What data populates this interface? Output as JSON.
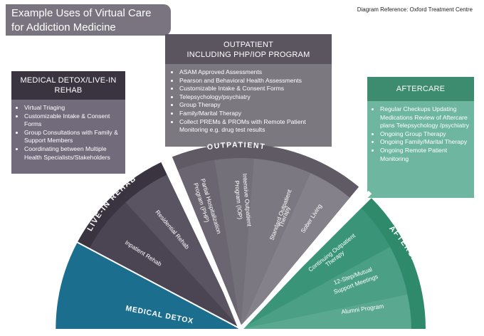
{
  "title": {
    "line1": "Example Uses of Virtual Care",
    "line2": "for Addiction Medicine"
  },
  "reference": "Diagram Reference: Oxford Treatment Centre",
  "cards": {
    "detox": {
      "heading_line1": "MEDICAL DETOX/LIVE-IN",
      "heading_line2": "REHAB",
      "items": [
        "Virtual Triaging",
        "Customizable Intake & Consent Forms",
        "Group Consultations with Family & Support Members",
        "Coordinating between Multiple Health Specialists/Stakeholders"
      ]
    },
    "outpatient": {
      "heading_line1": "OUTPATIENT",
      "heading_line2": "INCLUDING PHP/IOP PROGRAM",
      "items": [
        "ASAM Approved Assessments",
        "Pearson and Behavioral Health Assessments",
        "Customizable Intake & Consent Forms",
        "Telepsychology/psychiatry",
        "Group Therapy",
        "Family/Marital Therapy",
        "Collect PREMs & PROMs with Remote Patient Monitoring e.g. drug test results"
      ]
    },
    "aftercare": {
      "heading": "AFTERCARE",
      "items": [
        "Regular Checkups Updating Medications Review of Aftercare plans Telepsychology /psychiatry",
        "Ongoing Group Therapy",
        "Ongoing Family/Marital Therapy",
        "Ongoing Remote Patient Monitoring"
      ]
    }
  },
  "fan": {
    "colors": {
      "detox": "#1c6e8f",
      "live_in_outer": "#3a3340",
      "live_in_inner": "#5a5362",
      "outpatient_outer": "#5f5a64",
      "outpatient_inner": "#7d7984",
      "aftercare_outer": "#2f8a6b",
      "aftercare_inner": "#5aa890",
      "separator": "#ffffff"
    },
    "groups": {
      "detox": "MEDICAL DETOX",
      "live_in": "LIVE-IN REHAB",
      "outpatient": "OUTPATIENT",
      "aftercare": "AFTERCARE"
    },
    "segments": {
      "inpatient": "Inpatient Rehab",
      "residential": "Residential Rehab",
      "php_line1": "Partial Hospitalization",
      "php_line2": "Program (PHP)",
      "iop_line1": "Intensive Outpatient",
      "iop_line2": "Program (IOP)",
      "standard_line1": "Standard Outpatient",
      "standard_line2": "Therapy",
      "sober": "Sober Living",
      "continuing_line1": "Continuing Outpatient",
      "continuing_line2": "Therapy",
      "step_line1": "12-Step/Mutual",
      "step_line2": "Support Meetings",
      "alumni": "Alumni Program"
    }
  }
}
